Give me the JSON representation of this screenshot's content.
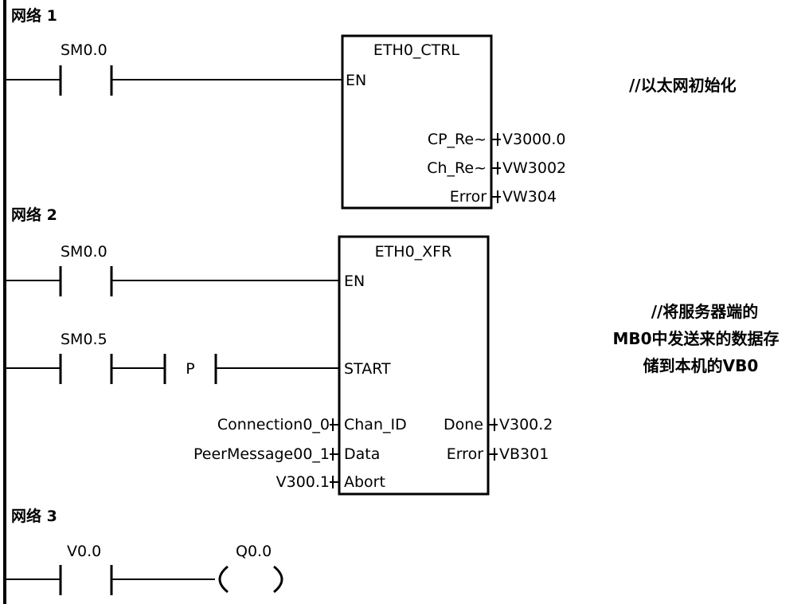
{
  "networks": [
    {
      "label": "网络 1",
      "contacts": [
        {
          "label": "SM0.0"
        }
      ],
      "block": {
        "title": "ETH0_CTRL",
        "inputs": [
          "EN"
        ],
        "outputs": [
          {
            "pin": "CP_Re~",
            "value": "V3000.0"
          },
          {
            "pin": "Ch_Re~",
            "value": "VW3002"
          },
          {
            "pin": "Error",
            "value": "VW304"
          }
        ]
      },
      "comment": [
        "//以太网初始化"
      ]
    },
    {
      "label": "网络 2",
      "contacts": [
        {
          "label": "SM0.0"
        },
        {
          "label": "SM0.5"
        }
      ],
      "edge_label": "P",
      "block": {
        "title": "ETH0_XFR",
        "inputs": [
          "EN",
          "START",
          "Chan_ID",
          "Data",
          "Abort"
        ],
        "input_values": {
          "chan": "Connection0_0",
          "data": "PeerMessage00_1",
          "abort": "V300.1"
        },
        "outputs": [
          {
            "pin": "Done",
            "value": "V300.2"
          },
          {
            "pin": "Error",
            "value": "VB301"
          }
        ]
      },
      "comment": [
        "//将服务器端的",
        "MB0中发送来的数据存",
        "储到本机的VB0"
      ]
    },
    {
      "label": "网络 3",
      "contacts": [
        {
          "label": "V0.0"
        }
      ],
      "coil": {
        "label": "Q0.0"
      }
    }
  ]
}
